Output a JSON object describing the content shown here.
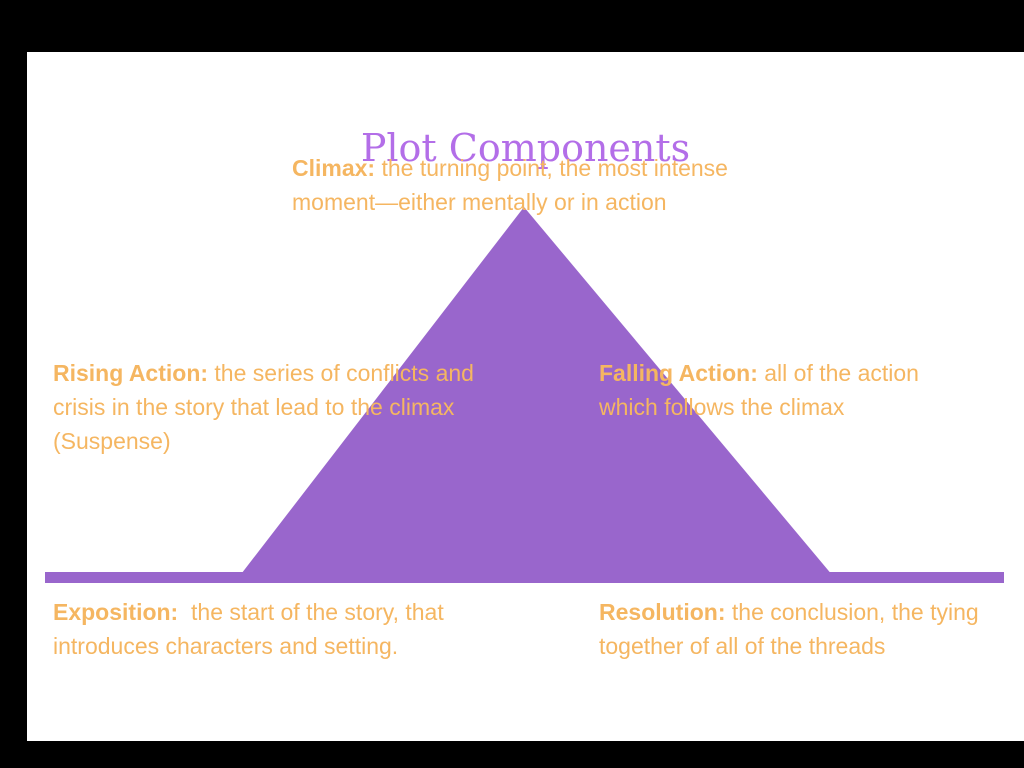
{
  "title": "Plot Components",
  "colors": {
    "background": "#000000",
    "slide": "#ffffff",
    "title": "#b36ee8",
    "shape": "#9966cc",
    "text": "#f5b661"
  },
  "labels": {
    "climax": {
      "term": "Climax:",
      "text": " the turning point, the most intense moment—either mentally or in action"
    },
    "rising_action": {
      "term": "Rising Action:",
      "text": " the series of conflicts and crisis in the story that lead to the climax (Suspense)"
    },
    "falling_action": {
      "term": "Falling Action:",
      "text": " all of the action which follows the climax"
    },
    "exposition": {
      "term": "Exposition:",
      "text": "  the start of the story, that introduces characters and setting."
    },
    "resolution": {
      "term": "Resolution:",
      "text": " the conclusion, the tying together of all of the threads"
    }
  }
}
